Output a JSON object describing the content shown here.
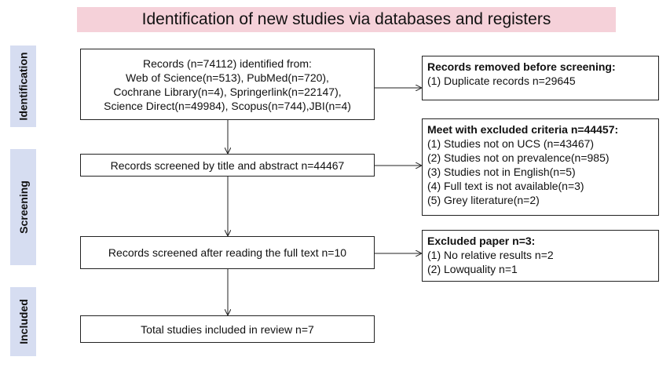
{
  "header": {
    "title": "Identification of new studies via databases and registers"
  },
  "stages": [
    {
      "label": "Identification"
    },
    {
      "label": "Screening"
    },
    {
      "label": "Included"
    }
  ],
  "flow": {
    "identified": {
      "lines": [
        "Records (n=74112) identified from:",
        "Web of Science(n=513), PubMed(n=720),",
        "Cochrane Library(n=4), Springerlink(n=22147),",
        "Science Direct(n=49984), Scopus(n=744),JBI(n=4)"
      ]
    },
    "screened_title": {
      "text": "Records screened by title and abstract n=44467"
    },
    "screened_full": {
      "text": "Records screened after reading the full text n=10"
    },
    "included": {
      "text": "Total studies included in review n=7"
    }
  },
  "removed": {
    "title": "Records removed before screening:",
    "items": [
      "(1) Duplicate records  n=29645"
    ]
  },
  "excluded_criteria": {
    "title": "Meet with excluded criteria n=44457:",
    "items": [
      "(1) Studies not on UCS (n=43467)",
      "(2) Studies not on prevalence(n=985)",
      "(3) Studies not in English(n=5)",
      "(4) Full text is not available(n=3)",
      "(5) Grey literature(n=2)"
    ]
  },
  "excluded_paper": {
    "title": "Excluded paper n=3:",
    "items": [
      "(1) No relative results n=2",
      "(2) Lowquality n=1"
    ]
  }
}
